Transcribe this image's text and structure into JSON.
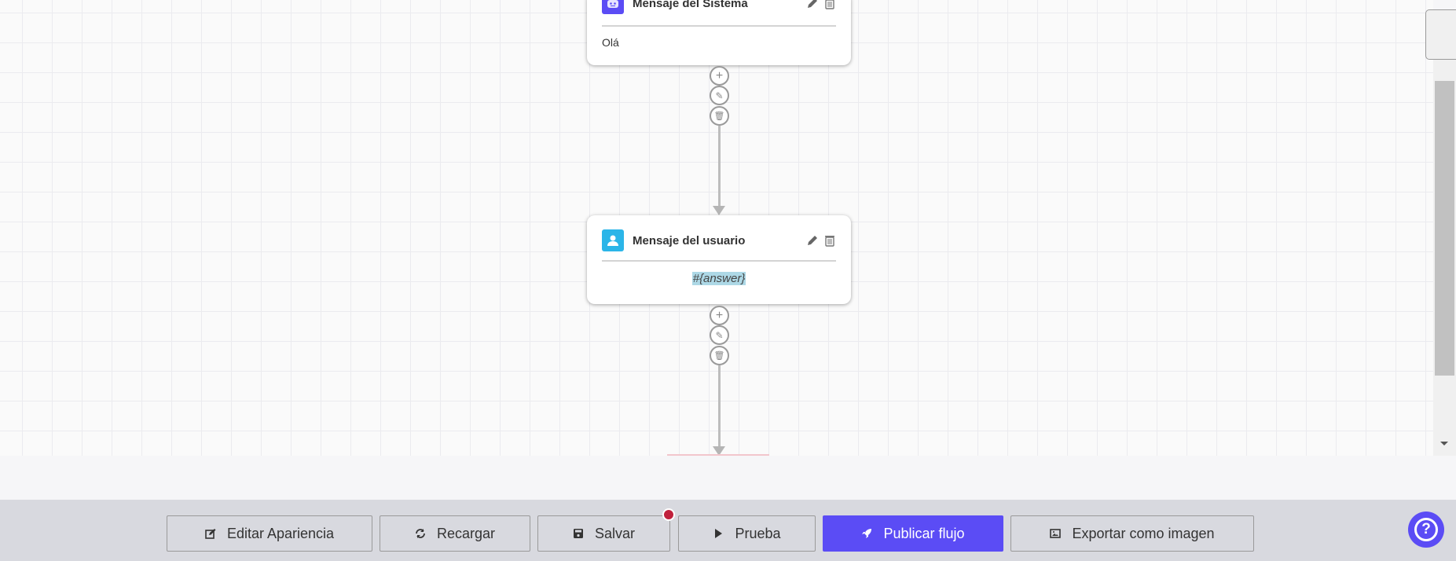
{
  "nodes": [
    {
      "title": "Mensaje del Sistema",
      "icon": "robot-icon",
      "icon_color": "#5b4cf5",
      "content": "Olá"
    },
    {
      "title": "Mensaje del usuario",
      "icon": "user-icon",
      "icon_color": "#2bb5e8",
      "content": "#{answer}"
    }
  ],
  "toolbar": {
    "edit_appearance": "Editar Apariencia",
    "reload": "Recargar",
    "save": "Salvar",
    "test": "Prueba",
    "publish": "Publicar flujo",
    "export": "Exportar como imagen"
  },
  "colors": {
    "accent": "#5b4cf5",
    "unsaved_dot": "#c0213c"
  }
}
